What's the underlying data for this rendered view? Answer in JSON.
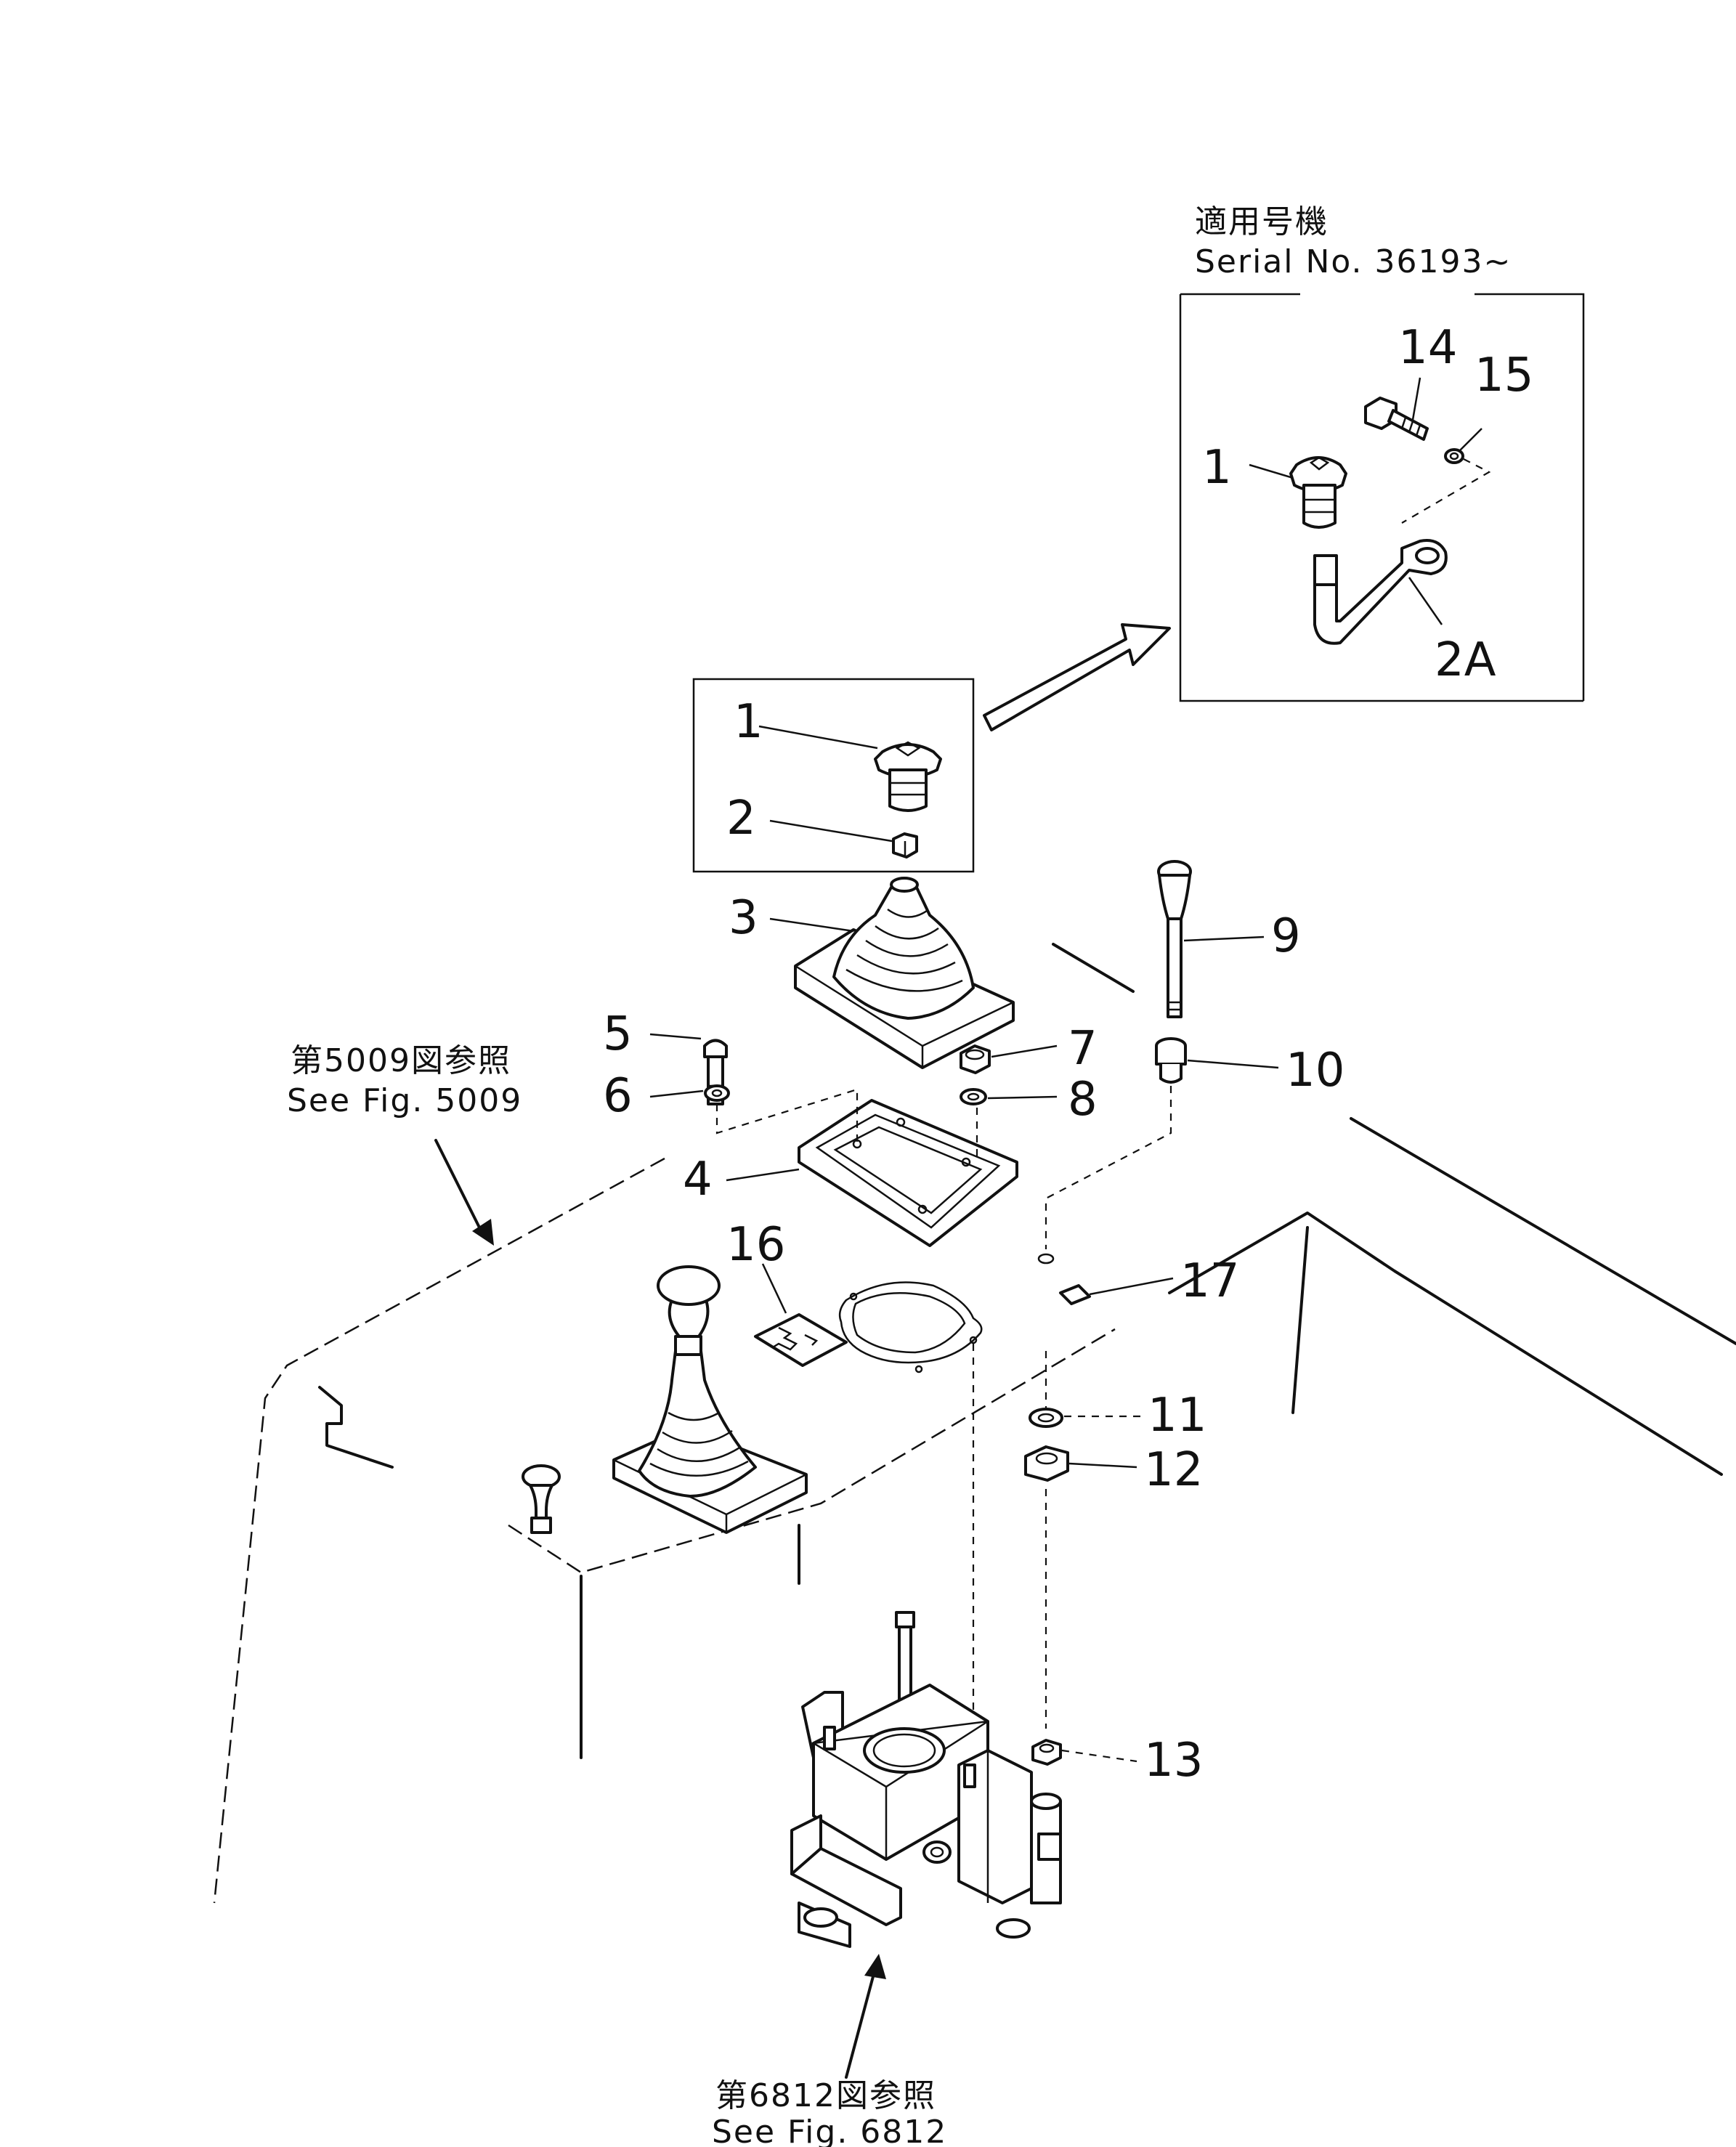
{
  "notes": {
    "serial_jp": "適用号機",
    "serial_en": "Serial No. 36193~",
    "fig5009_jp": "第5009図参照",
    "fig5009_en": "See Fig. 5009",
    "fig6812_jp": "第6812図参照",
    "fig6812_en": "See Fig. 6812"
  },
  "callouts": {
    "c1": "1",
    "c1b": "1",
    "c2": "2",
    "c2a": "2A",
    "c3": "3",
    "c4": "4",
    "c5": "5",
    "c6": "6",
    "c7": "7",
    "c8": "8",
    "c9": "9",
    "c10": "10",
    "c11": "11",
    "c12": "12",
    "c13": "13",
    "c14": "14",
    "c15": "15",
    "c16": "16",
    "c17": "17"
  }
}
